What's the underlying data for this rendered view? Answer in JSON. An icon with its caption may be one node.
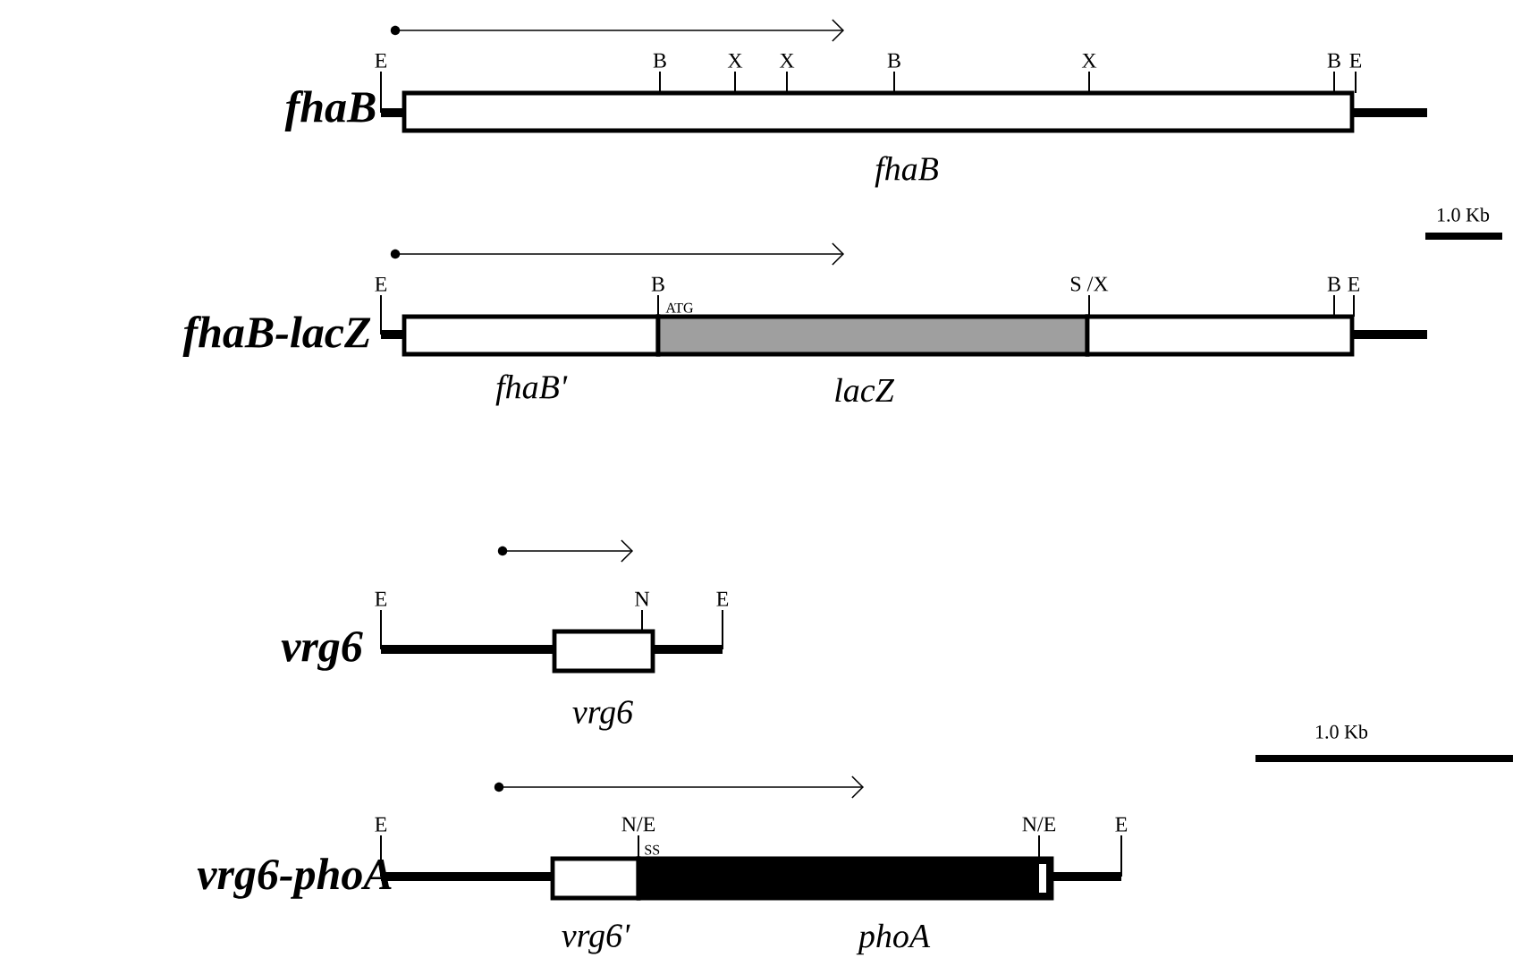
{
  "diagram": {
    "nodes": [
      {
        "text": [
          "fhaB"
        ],
        "beside": [
          "B",
          "X",
          "X",
          "B",
          "X",
          "B",
          "E"
        ]
      },
      {
        "text": [
          "fhaB'"
        ]
      },
      {
        "text": [
          "lacZ"
        ],
        "beside": [
          "B",
          "ATG",
          "S /X"
        ]
      },
      {
        "text": [],
        "shape": "box",
        "beside": [
          "B",
          "E"
        ]
      },
      {
        "text": [
          "vrg6"
        ],
        "beside": [
          "N"
        ]
      },
      {
        "text": [
          "vrg6'"
        ]
      },
      {
        "text": [
          "phoA"
        ],
        "beside": [
          "N/E",
          "SS",
          "N/E"
        ]
      },
      {
        "text": [],
        "shape": "bar",
        "in": 6
      }
    ],
    "labels": [
      "fhaB",
      "E",
      "1.0 Kb",
      "fhaB-lacZ",
      "E",
      "vrg6",
      "E",
      "E",
      "1.0 Kb",
      "vrg6-phoA",
      "E",
      "E"
    ]
  }
}
